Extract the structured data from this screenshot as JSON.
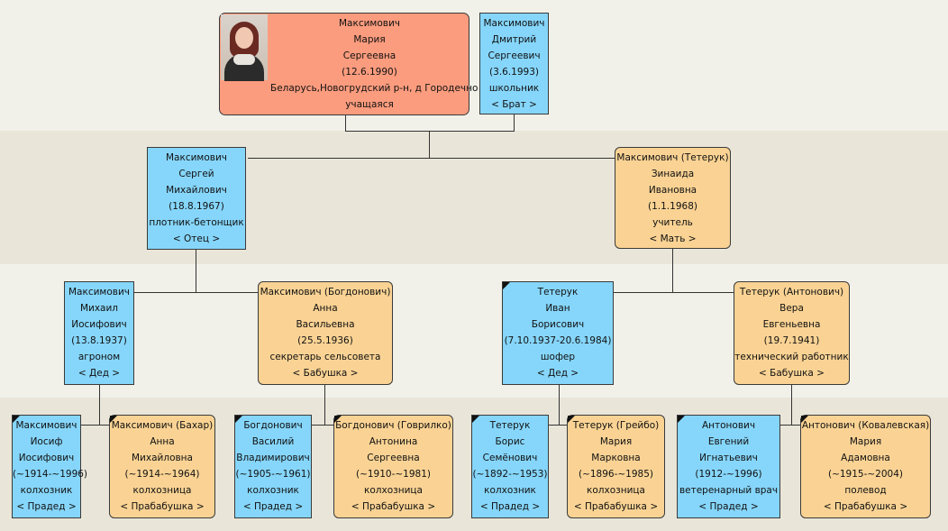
{
  "colors": {
    "male": "#86d6fb",
    "female": "#fad394",
    "self": "#fb9c7e",
    "band_light": "#f1f1e9",
    "band_dark": "#e9e6d9"
  },
  "people": {
    "self": {
      "lines": [
        "Максимович",
        "Мария",
        "Сергеевна",
        "(12.6.1990)",
        "Беларусь,Новогрудский р-н, д Городечно",
        "учащаяся"
      ],
      "has_photo": true
    },
    "brother": {
      "lines": [
        "Максимович",
        "Дмитрий",
        "Сергеевич",
        "(3.6.1993)",
        "школьник",
        "< Брат >"
      ]
    },
    "father": {
      "lines": [
        "Максимович",
        "Сергей",
        "Михайлович",
        "(18.8.1967)",
        "плотник-бетонщик",
        "< Отец >"
      ]
    },
    "mother": {
      "lines": [
        "Максимович (Тетерук)",
        "Зинаида",
        "Ивановна",
        "(1.1.1968)",
        "учитель",
        "< Мать >"
      ]
    },
    "gf_p": {
      "lines": [
        "Максимович",
        "Михаил",
        "Иосифович",
        "(13.8.1937)",
        "агроном",
        "< Дед >"
      ]
    },
    "gm_p": {
      "lines": [
        "Максимович (Богдонович)",
        "Анна",
        "Васильевна",
        "(25.5.1936)",
        "секретарь сельсовета",
        "< Бабушка >"
      ]
    },
    "gf_m": {
      "lines": [
        "Тетерук",
        "Иван",
        "Борисович",
        "(7.10.1937-20.6.1984)",
        "шофер",
        "< Дед >"
      ]
    },
    "gm_m": {
      "lines": [
        "Тетерук (Антонович)",
        "Вера",
        "Евгеньевна",
        "(19.7.1941)",
        "технический работник",
        "< Бабушка >"
      ]
    },
    "ggf1": {
      "lines": [
        "Максимович",
        "Иосиф",
        "Иосифович",
        "(~1914-~1996)",
        "колхозник",
        "< Прадед >"
      ]
    },
    "ggm1": {
      "lines": [
        "Максимович (Бахар)",
        "Анна",
        "Михайловна",
        "(~1914-~1964)",
        "колхозница",
        "< Прабабушка >"
      ]
    },
    "ggf2": {
      "lines": [
        "Богдонович",
        "Василий",
        "Владимирович",
        "(~1905-~1961)",
        "колхозник",
        "< Прадед >"
      ]
    },
    "ggm2": {
      "lines": [
        "Богдонович (Говрилко)",
        "Антонина",
        "Сергеевна",
        "(~1910-~1981)",
        "колхозница",
        "< Прабабушка >"
      ]
    },
    "ggf3": {
      "lines": [
        "Тетерук",
        "Борис",
        "Семёнович",
        "(~1892-~1953)",
        "колхозник",
        "< Прадед >"
      ]
    },
    "ggm3": {
      "lines": [
        "Тетерук (Грейбо)",
        "Мария",
        "Марковна",
        "(~1896-~1985)",
        "колхозница",
        "< Прабабушка >"
      ]
    },
    "ggf4": {
      "lines": [
        "Антонович",
        "Евгений",
        "Игнатьевич",
        "(1912-~1996)",
        "ветеренарный врач",
        "< Прадед >"
      ]
    },
    "ggm4": {
      "lines": [
        "Антонович (Ковалевская)",
        "Мария",
        "Адамовна",
        "(~1915-~2004)",
        "полевод",
        "< Прабабушка >"
      ]
    }
  }
}
